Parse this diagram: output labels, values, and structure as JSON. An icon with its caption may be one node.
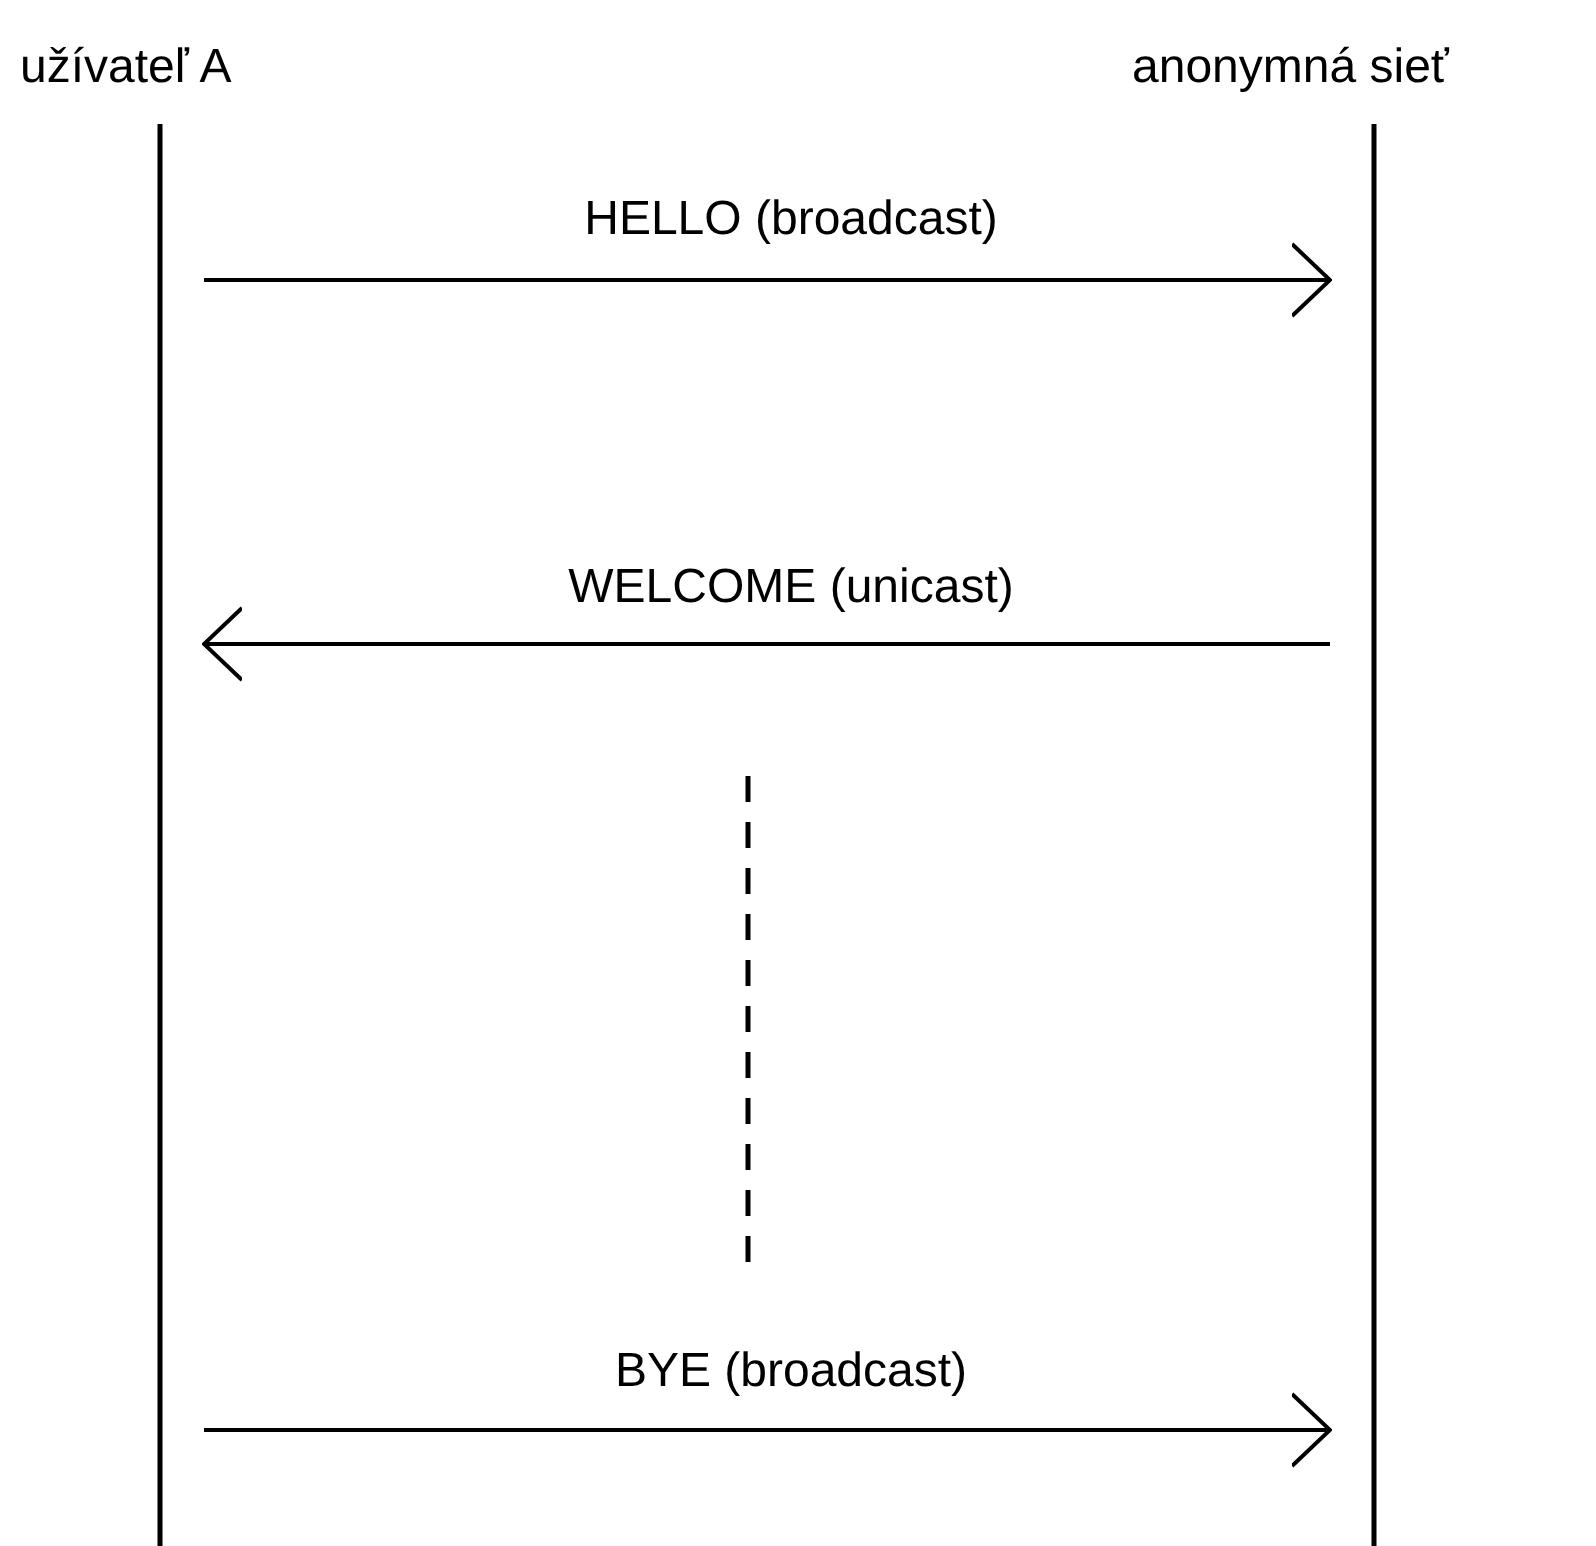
{
  "diagram": {
    "nodes": [
      {
        "text": [
          "užívateľ A"
        ]
      },
      {
        "text": [
          "anonymná sieť"
        ]
      }
    ],
    "edges": [
      {
        "from": 0,
        "to": 1,
        "arrow": "to",
        "label": "HELLO (broadcast)"
      },
      {
        "from": 1,
        "to": 0,
        "arrow": "to",
        "label": "WELCOME (unicast)"
      },
      {
        "from": 0,
        "to": 1,
        "arrow": "to",
        "label": "BYE (broadcast)"
      }
    ]
  }
}
